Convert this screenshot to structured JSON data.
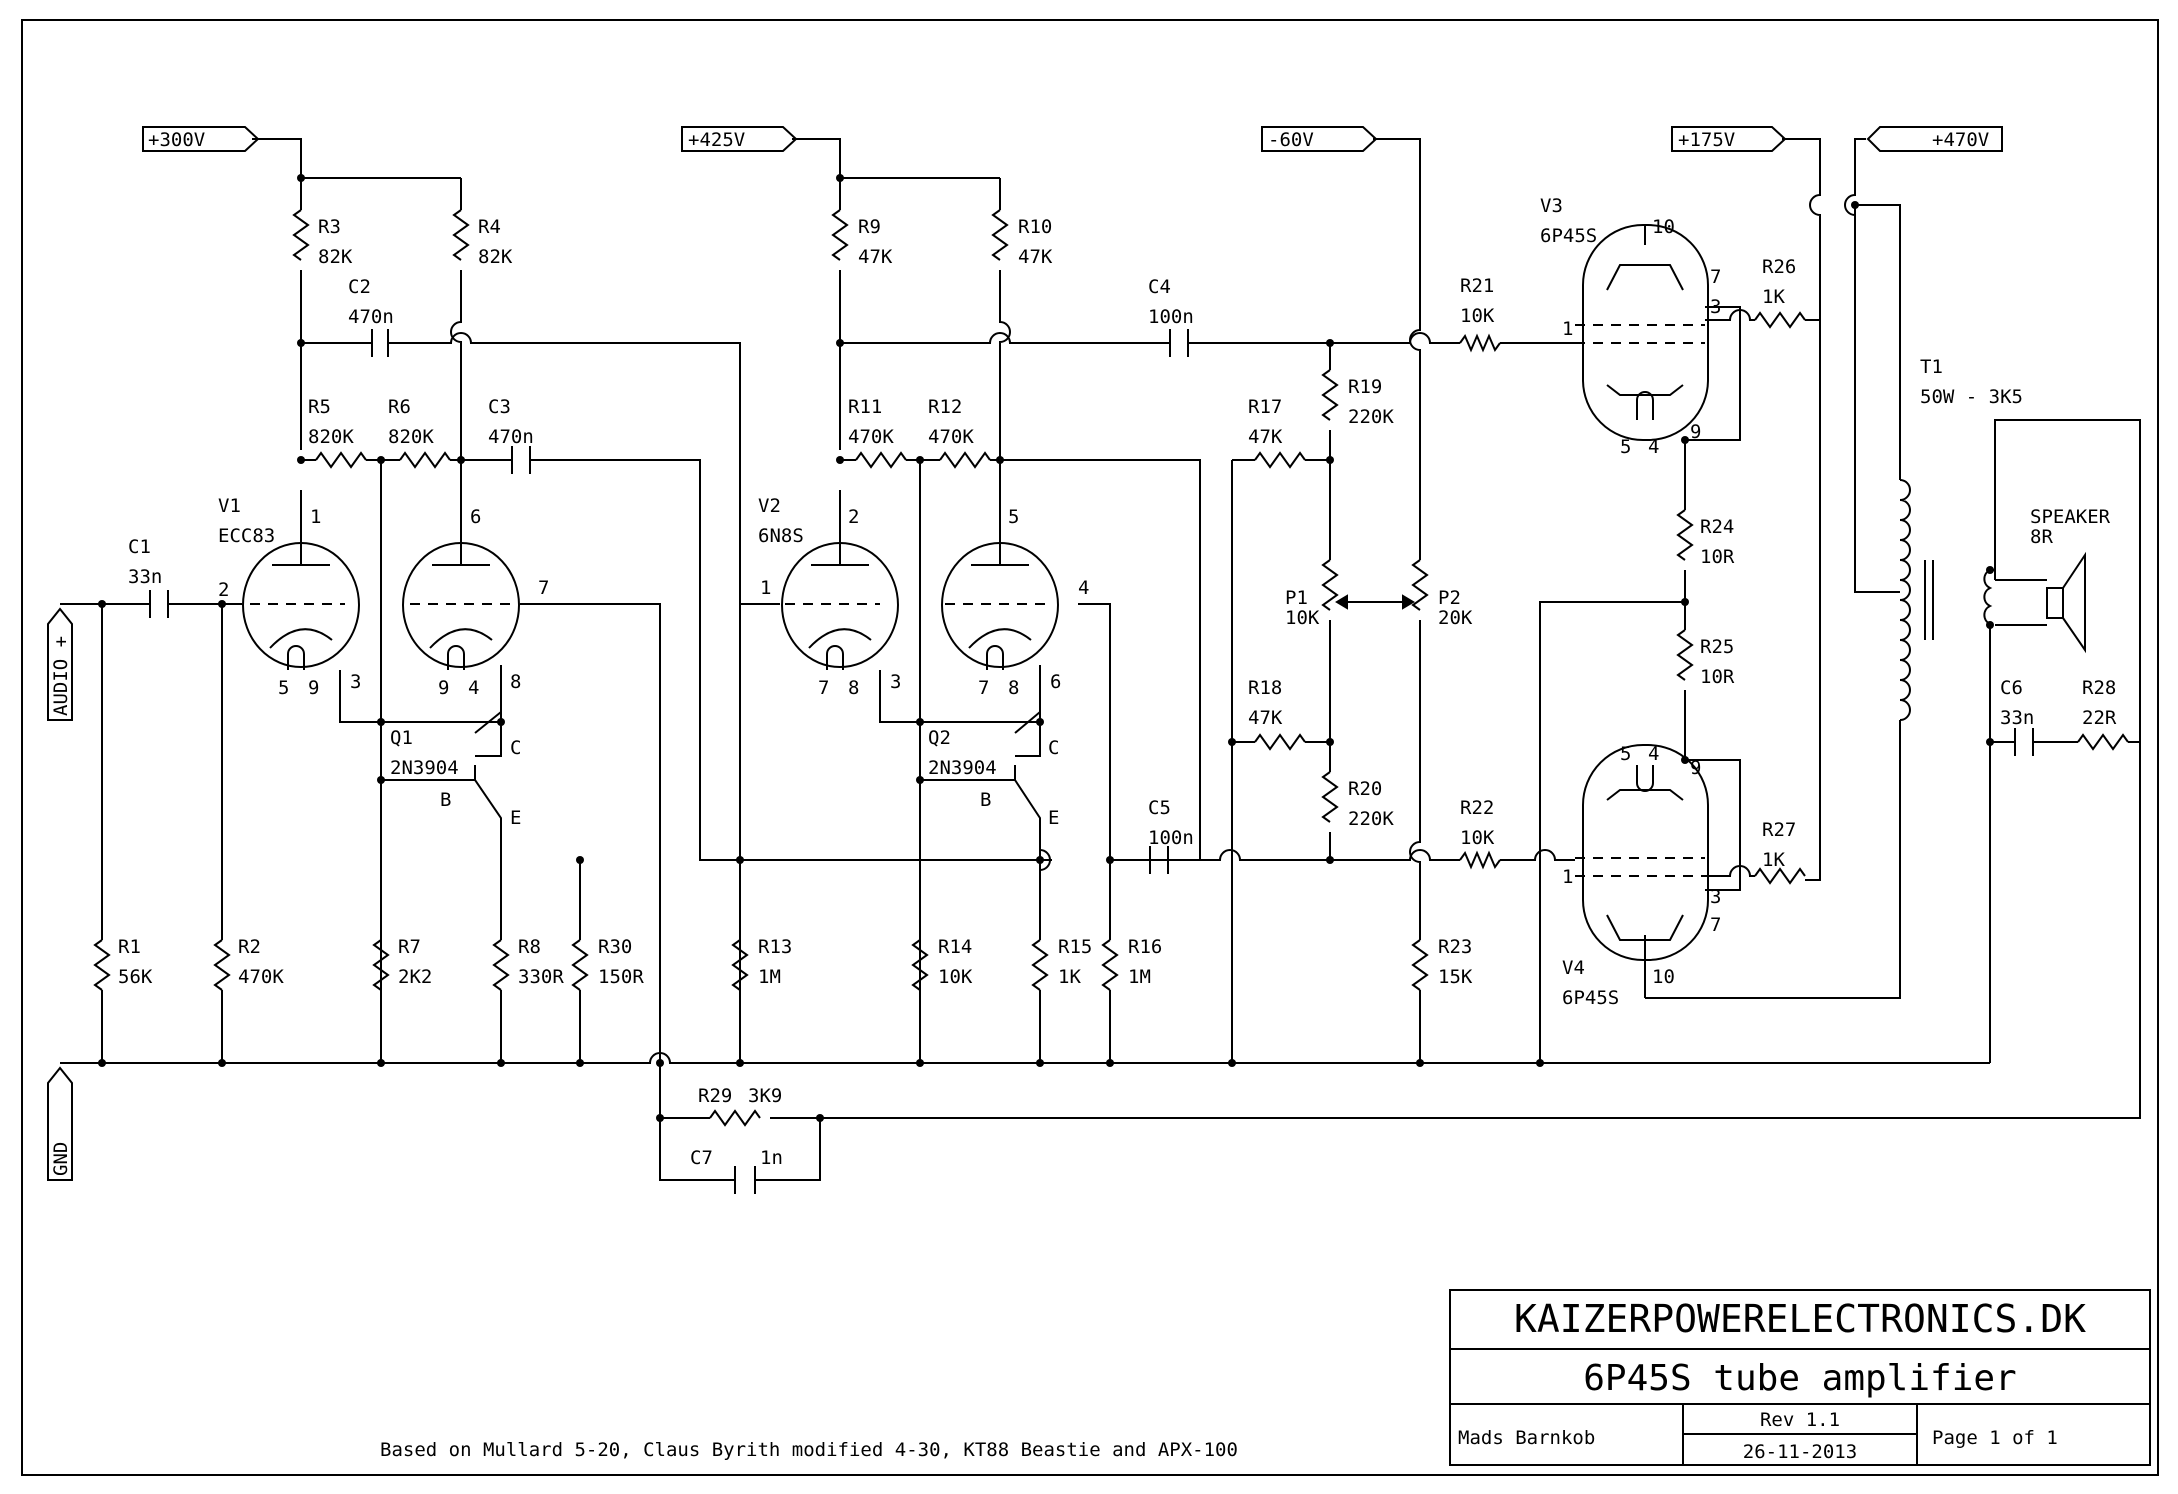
{
  "power_ports": {
    "p300": "+300V",
    "p425": "+425V",
    "n60": "-60V",
    "p175": "+175V",
    "p470": "+470V"
  },
  "io_ports": {
    "audio": "AUDIO +",
    "gnd": "GND"
  },
  "tubes": [
    {
      "ref": "V1",
      "type": "ECC83"
    },
    {
      "ref": "V2",
      "type": "6N8S"
    },
    {
      "ref": "V3",
      "type": "6P45S"
    },
    {
      "ref": "V4",
      "type": "6P45S"
    }
  ],
  "transistors": [
    {
      "ref": "Q1",
      "type": "2N3904"
    },
    {
      "ref": "Q2",
      "type": "2N3904"
    }
  ],
  "transistor_pins": {
    "c": "C",
    "b": "B",
    "e": "E"
  },
  "resistors": [
    {
      "ref": "R1",
      "value": "56K"
    },
    {
      "ref": "R2",
      "value": "470K"
    },
    {
      "ref": "R3",
      "value": "82K"
    },
    {
      "ref": "R4",
      "value": "82K"
    },
    {
      "ref": "R5",
      "value": "820K"
    },
    {
      "ref": "R6",
      "value": "820K"
    },
    {
      "ref": "R7",
      "value": "2K2"
    },
    {
      "ref": "R8",
      "value": "330R"
    },
    {
      "ref": "R9",
      "value": "47K"
    },
    {
      "ref": "R10",
      "value": "47K"
    },
    {
      "ref": "R11",
      "value": "470K"
    },
    {
      "ref": "R12",
      "value": "470K"
    },
    {
      "ref": "R13",
      "value": "1M"
    },
    {
      "ref": "R14",
      "value": "10K"
    },
    {
      "ref": "R15",
      "value": "1K"
    },
    {
      "ref": "R16",
      "value": "1M"
    },
    {
      "ref": "R17",
      "value": "47K"
    },
    {
      "ref": "R18",
      "value": "47K"
    },
    {
      "ref": "R19",
      "value": "220K"
    },
    {
      "ref": "R20",
      "value": "220K"
    },
    {
      "ref": "R21",
      "value": "10K"
    },
    {
      "ref": "R22",
      "value": "10K"
    },
    {
      "ref": "R23",
      "value": "15K"
    },
    {
      "ref": "R24",
      "value": "10R"
    },
    {
      "ref": "R25",
      "value": "10R"
    },
    {
      "ref": "R26",
      "value": "1K"
    },
    {
      "ref": "R27",
      "value": "1K"
    },
    {
      "ref": "R28",
      "value": "22R"
    },
    {
      "ref": "R29",
      "value": "3K9"
    },
    {
      "ref": "R30",
      "value": "150R"
    }
  ],
  "capacitors": [
    {
      "ref": "C1",
      "value": "33n"
    },
    {
      "ref": "C2",
      "value": "470n"
    },
    {
      "ref": "C3",
      "value": "470n"
    },
    {
      "ref": "C4",
      "value": "100n"
    },
    {
      "ref": "C5",
      "value": "100n"
    },
    {
      "ref": "C6",
      "value": "33n"
    },
    {
      "ref": "C7",
      "value": "1n"
    }
  ],
  "pots": [
    {
      "ref": "P1",
      "value": "10K"
    },
    {
      "ref": "P2",
      "value": "20K"
    }
  ],
  "transformer": {
    "ref": "T1",
    "value": "50W - 3K5"
  },
  "speaker": {
    "ref": "SPEAKER",
    "value": "8R"
  },
  "pin_numbers": {
    "v1": [
      "1",
      "2",
      "5",
      "9",
      "3",
      "6",
      "9",
      "4",
      "8",
      "7"
    ],
    "v2": [
      "2",
      "1",
      "7",
      "8",
      "3",
      "5",
      "7",
      "8",
      "6",
      "4"
    ],
    "v3": [
      "10",
      "7",
      "3",
      "1",
      "5",
      "4",
      "9"
    ],
    "v4": [
      "5",
      "4",
      "9",
      "1",
      "3",
      "7",
      "10"
    ]
  },
  "footnote": "Based on Mullard 5-20, Claus Byrith modified 4-30, KT88 Beastie and APX-100",
  "title_block": {
    "company": "KAIZERPOWERELECTRONICS.DK",
    "title": "6P45S tube amplifier",
    "author": "Mads Barnkob",
    "revision": "Rev 1.1",
    "date": "26-11-2013",
    "page": "Page 1 of 1"
  }
}
